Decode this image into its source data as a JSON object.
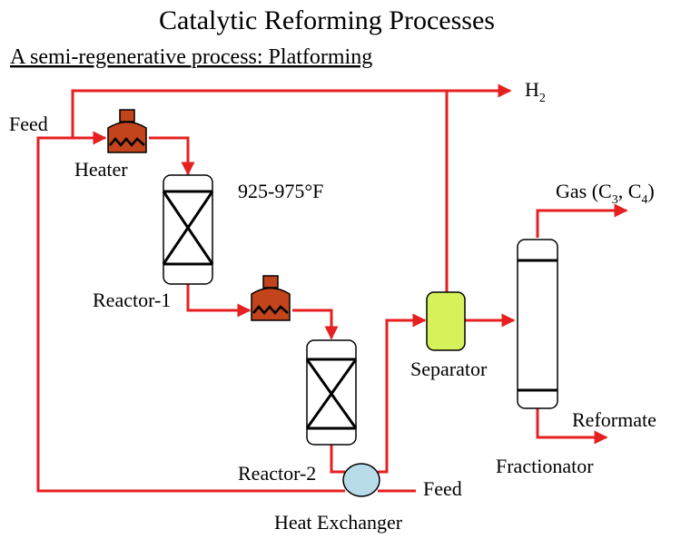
{
  "title": "Catalytic Reforming Processes",
  "subtitle": "A semi-regenerative process: Platforming",
  "labels": {
    "feed_in": "Feed",
    "heater": "Heater",
    "temperature": "925-975°F",
    "reactor1": "Reactor-1",
    "reactor2": "Reactor-2",
    "separator": "Separator",
    "fractionator": "Fractionator",
    "heat_exchanger": "Heat Exchanger",
    "feed_out": "Feed",
    "reformate": "Reformate"
  },
  "h2_label": {
    "base": "H",
    "sub": "2"
  },
  "gas_label": {
    "prefix": "Gas (C",
    "sub1": "3",
    "mid": ", C",
    "sub2": "4",
    "suffix": ")"
  },
  "colors": {
    "pipe": "#e62020",
    "heater_fill": "#c1441c",
    "separator_fill": "#d6f25a",
    "exchanger_fill": "#b8dbe8"
  }
}
